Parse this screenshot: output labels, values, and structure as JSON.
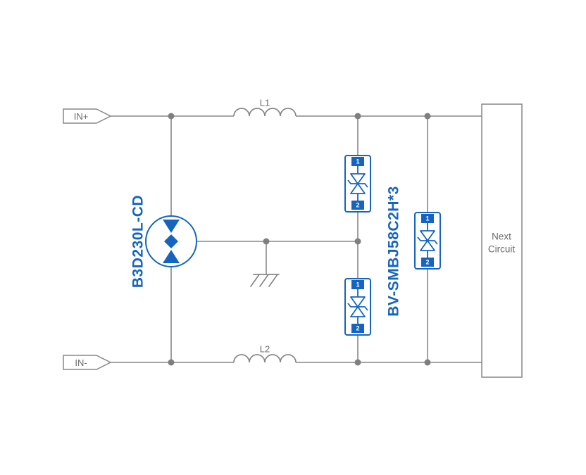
{
  "diagram": {
    "inputs": {
      "positive": "IN+",
      "negative": "IN-"
    },
    "inductors": {
      "l1": "L1",
      "l2": "L2"
    },
    "gdt": {
      "label": "B3D230L-CD"
    },
    "tvs": {
      "label": "BV-SMBJ58C2H*3",
      "units": [
        {
          "name": "tvs-upper",
          "pin_top": "1",
          "pin_bottom": "2"
        },
        {
          "name": "tvs-lower",
          "pin_top": "1",
          "pin_bottom": "2"
        },
        {
          "name": "tvs-right",
          "pin_top": "1",
          "pin_bottom": "2"
        }
      ]
    },
    "next_circuit": {
      "line1": "Next",
      "line2": "Circuit"
    }
  },
  "colors": {
    "wire": "#878787",
    "component_blue": "#1565c0",
    "junction_dot": "#7f7f7f",
    "label_gray": "#6b6b6b",
    "pin_number": "#ffffff",
    "background": "#ffffff"
  }
}
